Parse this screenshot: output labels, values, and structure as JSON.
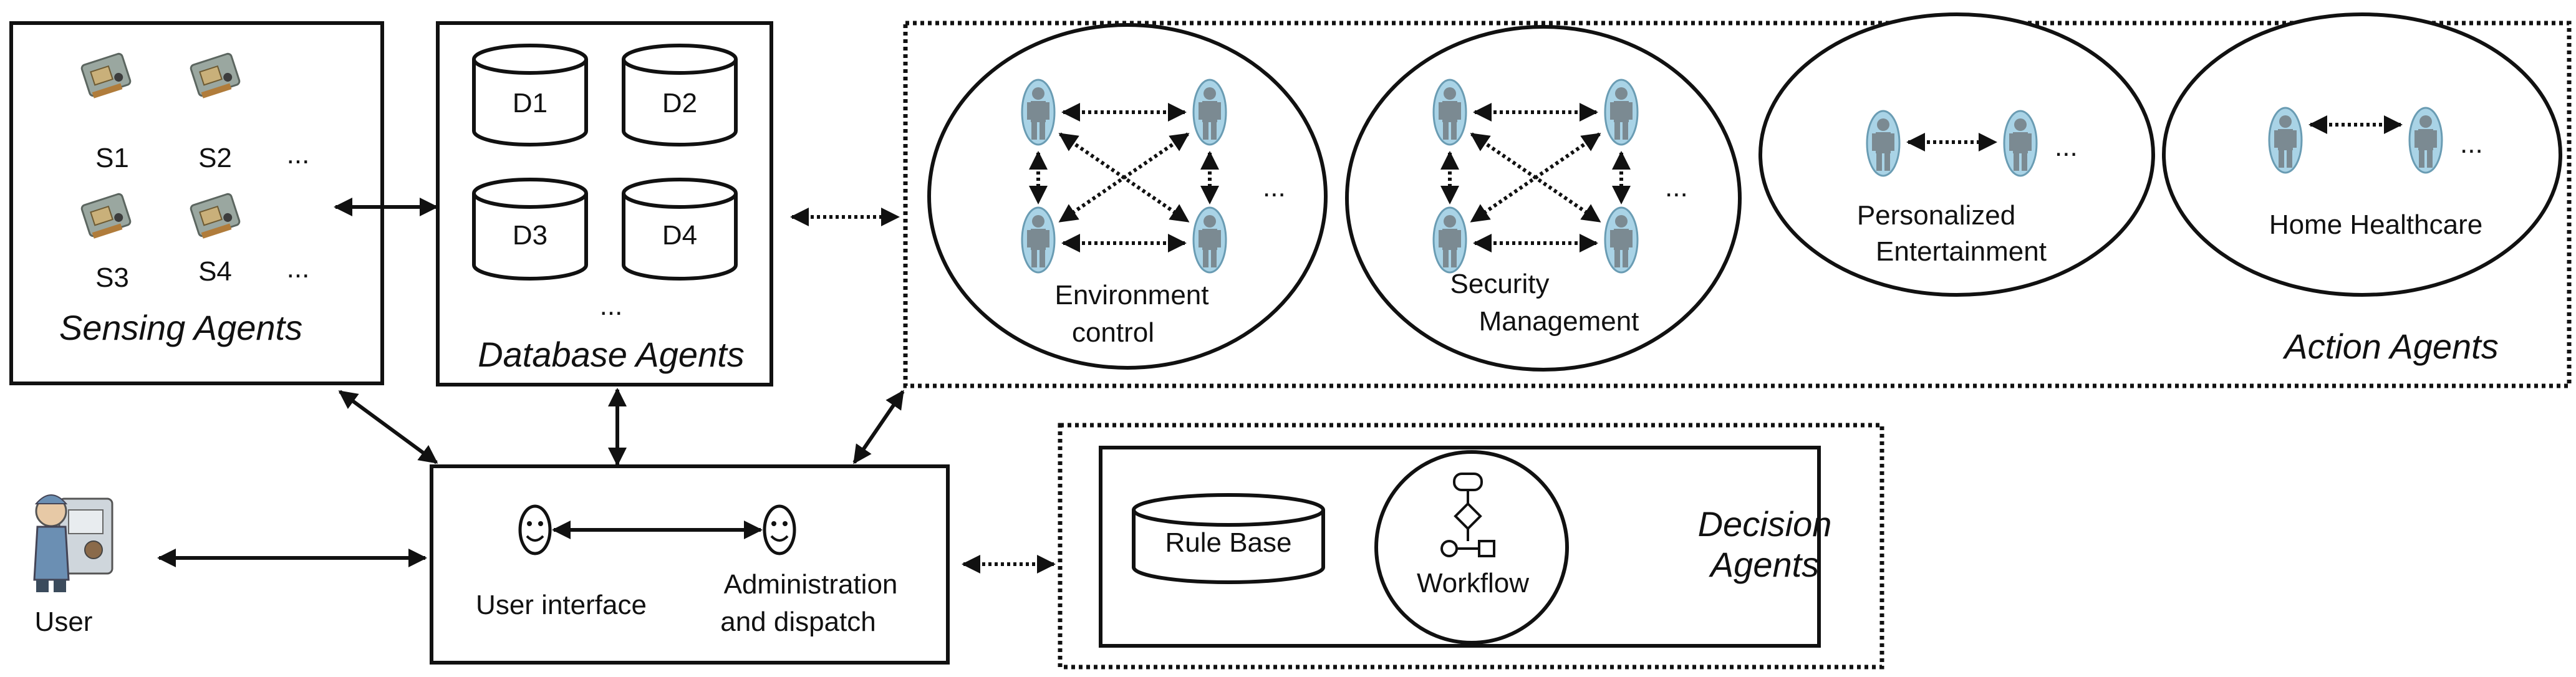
{
  "sensing": {
    "title": "Sensing Agents",
    "sensors": [
      "S1",
      "S2",
      "S3",
      "S4"
    ],
    "ellipsis": "..."
  },
  "database": {
    "title": "Database Agents",
    "dbs": [
      "D1",
      "D2",
      "D3",
      "D4"
    ],
    "ellipsis": "..."
  },
  "action": {
    "title": "Action Agents",
    "groups": [
      {
        "label_lines": [
          "Environment",
          "control"
        ]
      },
      {
        "label_lines": [
          "Security",
          "Management"
        ]
      },
      {
        "label_lines": [
          "Personalized",
          "Entertainment"
        ]
      },
      {
        "label_lines": [
          "Home Healthcare"
        ]
      }
    ],
    "ellipsis": "..."
  },
  "user": {
    "label": "User"
  },
  "interface": {
    "user_interface": "User interface",
    "admin_lines": [
      "Administration",
      "and dispatch"
    ]
  },
  "decision": {
    "title_lines": [
      "Decision",
      "Agents"
    ],
    "rule_base": "Rule Base",
    "workflow": "Workflow"
  }
}
